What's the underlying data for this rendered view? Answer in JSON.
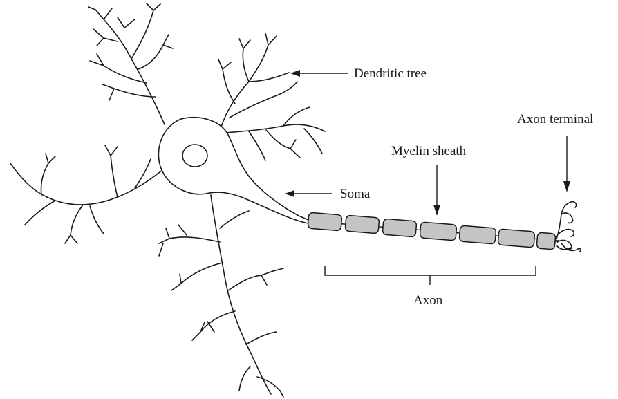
{
  "labels": {
    "dendritic_tree": "Dendritic tree",
    "axon_terminal": "Axon terminal",
    "myelin_sheath": "Myelin sheath",
    "soma": "Soma",
    "axon": "Axon"
  },
  "colors": {
    "stroke": "#1a1a1a",
    "myelin_fill": "#c4c4c4",
    "background": "#ffffff"
  }
}
